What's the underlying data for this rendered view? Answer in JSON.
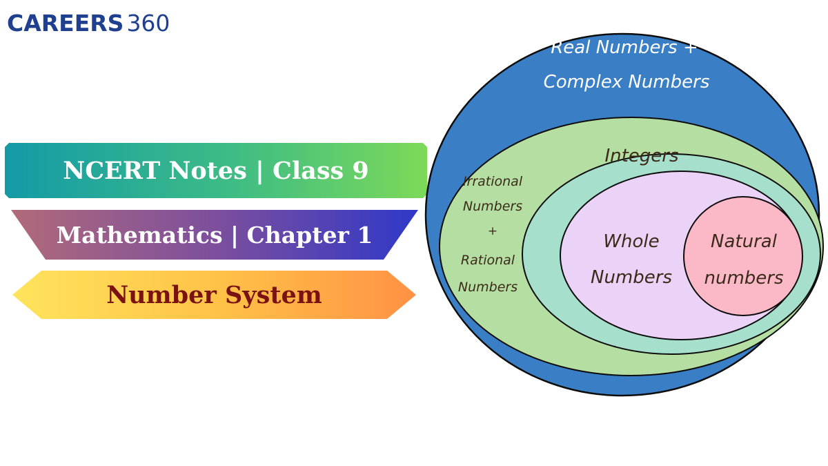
{
  "logo": {
    "brand": "CAREERS",
    "number": "360"
  },
  "banners": {
    "notes": "NCERT Notes | Class 9",
    "subject": "Mathematics | Chapter 1",
    "topic": "Number System"
  },
  "venn": {
    "outer_line1": "Real Numbers +",
    "outer_line2": "Complex Numbers",
    "irr_line1": "Irrational",
    "irr_line2": "Numbers",
    "irr_plus": "+",
    "irr_line3": "Rational",
    "irr_line4": "Numbers",
    "integers": "Integers",
    "whole_line1": "Whole",
    "whole_line2": "Numbers",
    "natural_line1": "Natural",
    "natural_line2": "numbers"
  },
  "colors": {
    "outer": "#3a7fc6",
    "rational": "#b5dea2",
    "integers": "#a6dfcb",
    "whole": "#ebd2f7",
    "natural": "#fbb9c8",
    "text_white": "#ffffff",
    "text_dark": "#3b2a1a",
    "logo": "#1f3f8f"
  }
}
